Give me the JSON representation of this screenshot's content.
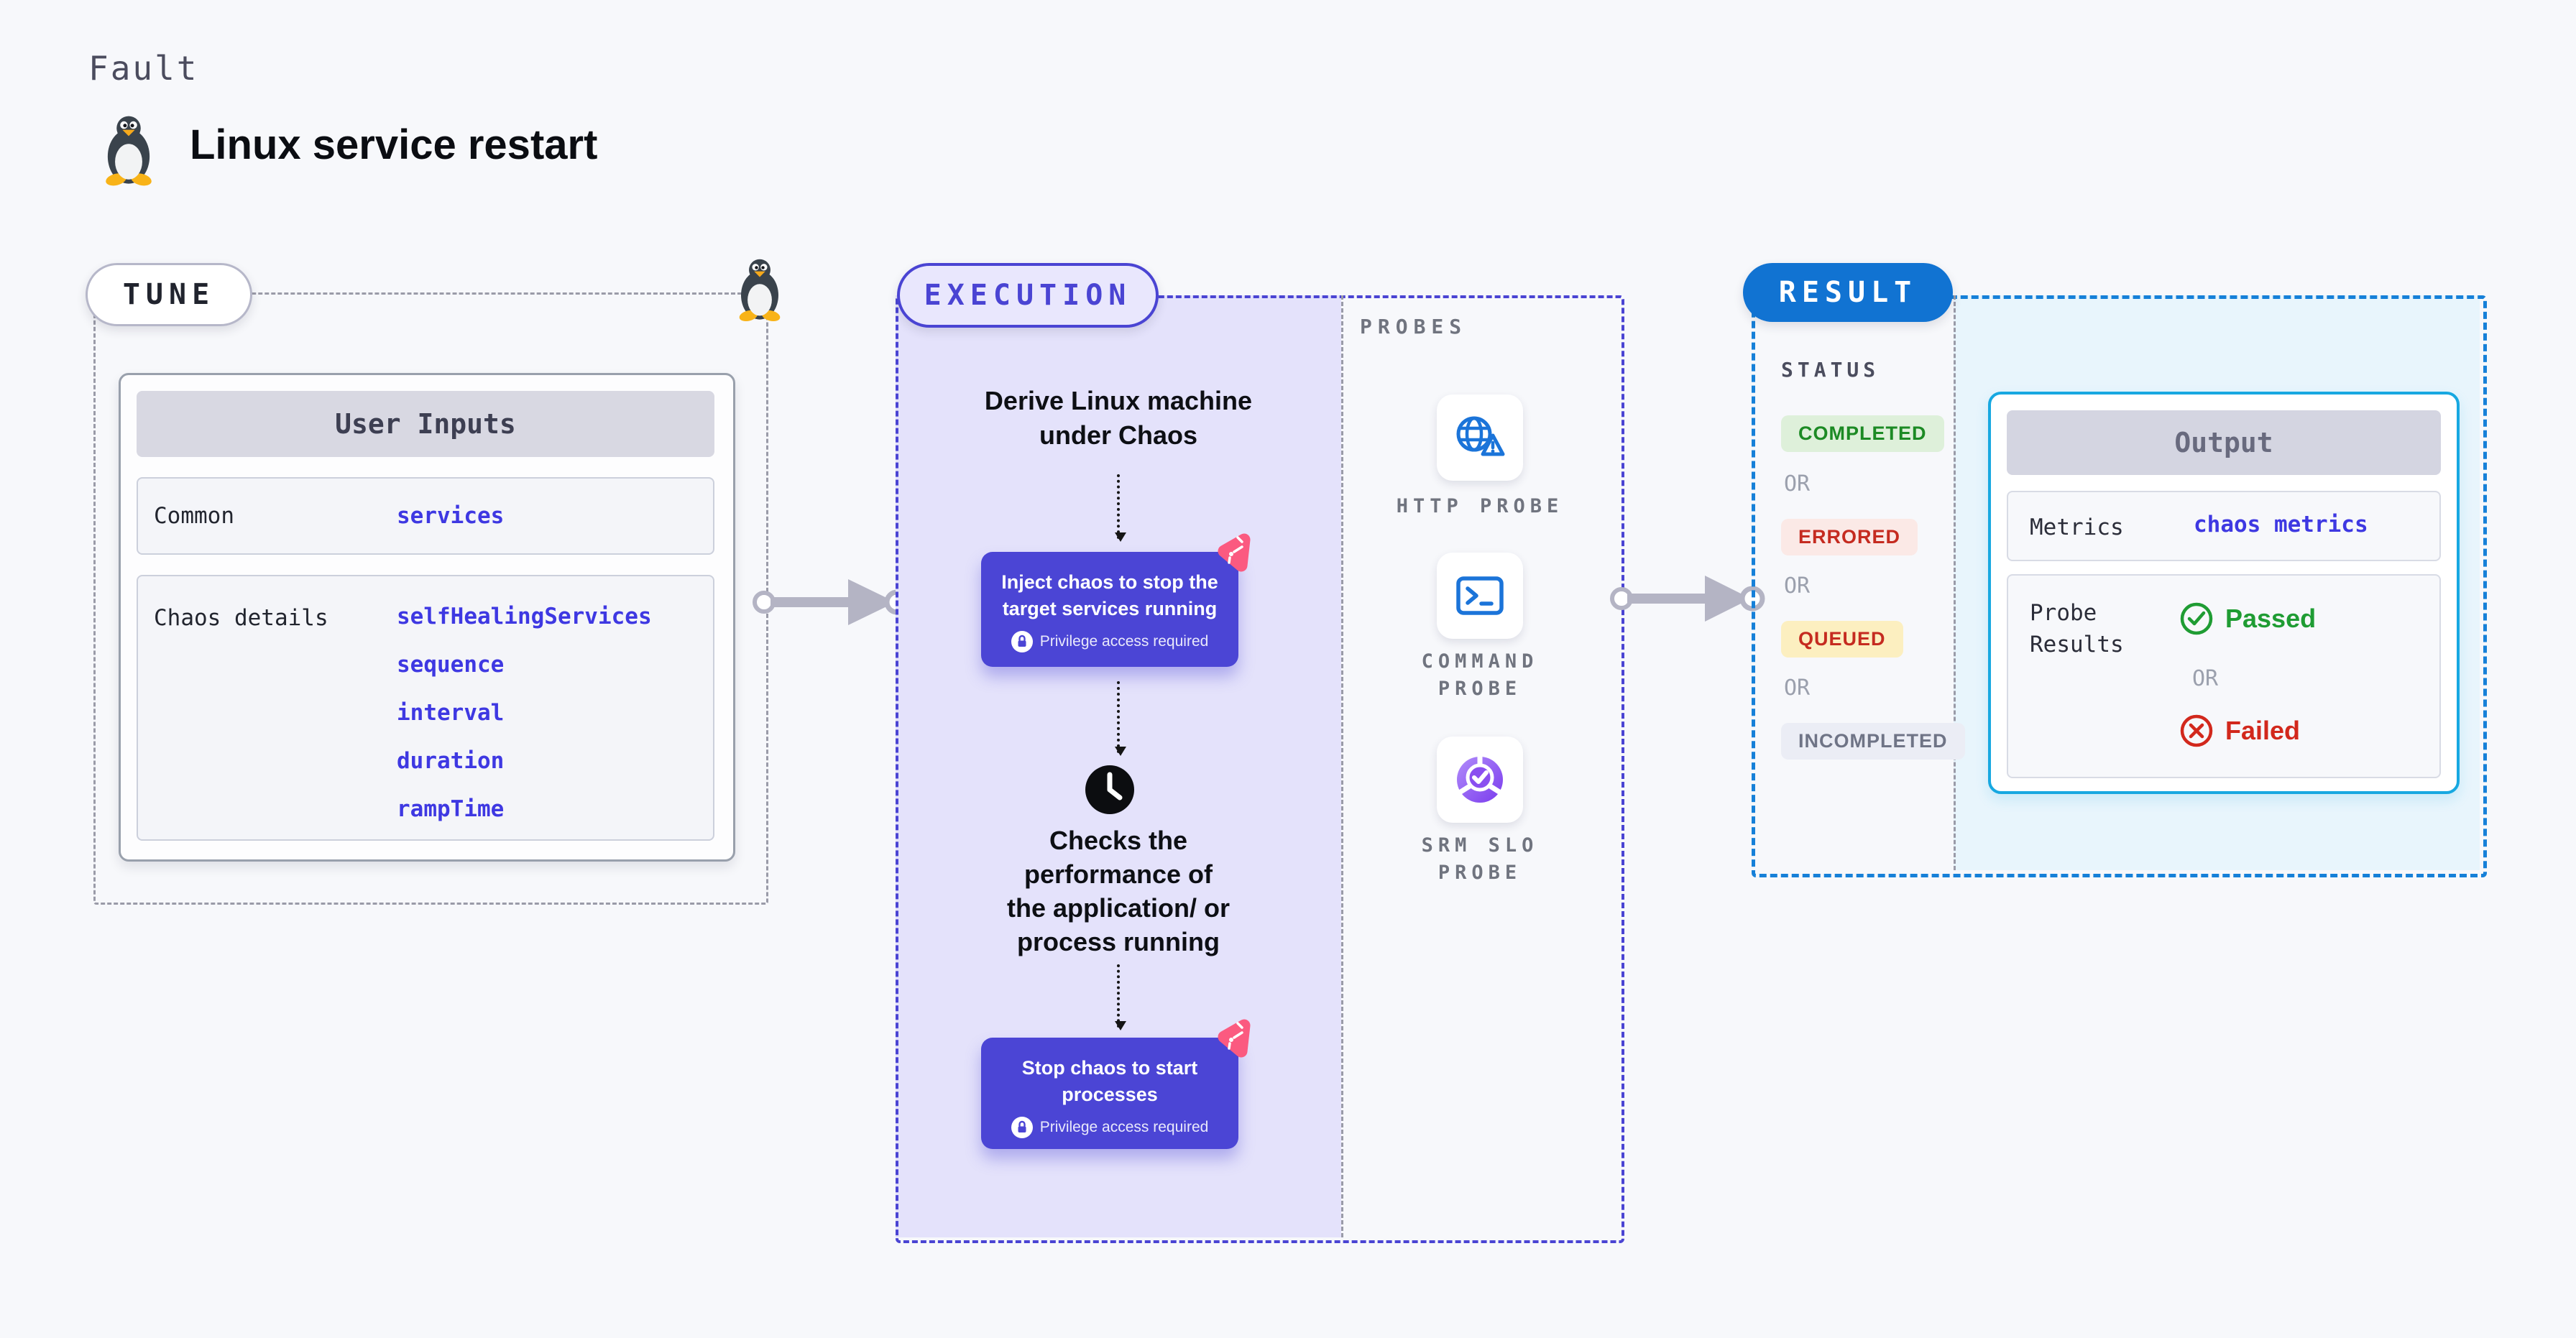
{
  "header": {
    "kicker": "Fault",
    "title": "Linux service restart",
    "logo_icon": "tux-penguin-icon"
  },
  "tune": {
    "label": "TUNE",
    "mascot_icon": "tux-penguin-icon",
    "card": {
      "title": "User Inputs",
      "rows": [
        {
          "label": "Common",
          "values": [
            "services"
          ]
        },
        {
          "label": "Chaos details",
          "values": [
            "selfHealingServices",
            "sequence",
            "interval",
            "duration",
            "rampTime"
          ]
        }
      ]
    }
  },
  "execution": {
    "label": "EXECUTION",
    "derive_text": "Derive Linux machine\nunder Chaos",
    "inject_action": {
      "title": "Inject chaos to stop the\ntarget services running",
      "badge": "Privilege access required",
      "corner_icon": "chaos-logo-icon",
      "badge_icon": "lock-icon"
    },
    "check_icon": "clock-icon",
    "check_text": "Checks the\nperformance of\nthe application/ or\nprocess running",
    "stop_action": {
      "title": "Stop chaos to start\nprocesses",
      "badge": "Privilege access required",
      "corner_icon": "chaos-logo-icon",
      "badge_icon": "lock-icon"
    }
  },
  "probes": {
    "label": "PROBES",
    "items": [
      {
        "label": "HTTP PROBE",
        "icon": "globe-alert-icon"
      },
      {
        "label": "COMMAND\nPROBE",
        "icon": "terminal-icon"
      },
      {
        "label": "SRM SLO\nPROBE",
        "icon": "slo-pie-check-icon"
      }
    ]
  },
  "result": {
    "label": "RESULT",
    "status_title": "STATUS",
    "or_label": "OR",
    "statuses": [
      {
        "label": "COMPLETED",
        "bg": "#def0da",
        "color": "#1c8a24"
      },
      {
        "label": "ERRORED",
        "bg": "#fbe9e6",
        "color": "#c52b20"
      },
      {
        "label": "QUEUED",
        "bg": "#fcefc0",
        "color": "#c52b20"
      },
      {
        "label": "INCOMPLETED",
        "bg": "#ebedf5",
        "color": "#6f7486"
      }
    ],
    "output": {
      "title": "Output",
      "metrics_label": "Metrics",
      "metrics_value": "chaos metrics",
      "probe_label": "Probe\nResults",
      "passed_label": "Passed",
      "or_label": "OR",
      "failed_label": "Failed",
      "passed_icon": "check-circle-icon",
      "failed_icon": "x-circle-icon"
    }
  },
  "theme": {
    "page_bg": "#f7f8fb",
    "indigo": "#4b45d5",
    "lavender_fill": "#e4e2fb",
    "exec_dash": "#4a44d3",
    "gray_dash": "#9a9ba8",
    "result_pill_blue": "#1173d2",
    "result_dash_blue": "#1680d8",
    "cyan_border": "#17a8e1",
    "cyan_fill": "#e8f5fc",
    "code_blue": "#3e38e2",
    "green": "#1f9c33",
    "red": "#d2281c",
    "arrow_gray": "#b4b4c4",
    "pink": "#fb5a80"
  }
}
